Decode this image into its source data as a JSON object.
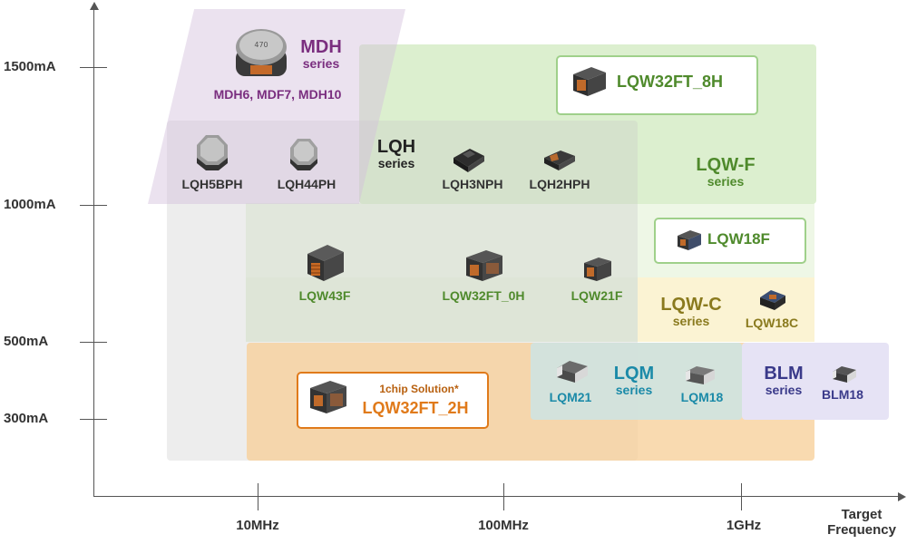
{
  "axes": {
    "y_ticks": [
      "1500mA",
      "1000mA",
      "500mA",
      "300mA"
    ],
    "x_ticks": [
      "10MHz",
      "100MHz",
      "1GHz"
    ],
    "x_title_line1": "Target",
    "x_title_line2": "Frequency"
  },
  "colors": {
    "mdh": "#7a2e7f",
    "lqh": "#222222",
    "lqwf": "#4f8a2c",
    "lqwc": "#8a7a1e",
    "lqm": "#1b8aa8",
    "blm": "#3a3a8a",
    "lqw32ft_2h": "#e07a1a"
  },
  "series": {
    "mdh": {
      "name": "MDH",
      "sub": "series",
      "parts": "MDH6, MDF7, MDH10"
    },
    "lqh": {
      "name": "LQH",
      "sub": "series"
    },
    "lqwf": {
      "name": "LQW-F",
      "sub": "series"
    },
    "lqwc": {
      "name": "LQW-C",
      "sub": "series"
    },
    "lqm": {
      "name": "LQM",
      "sub": "series"
    },
    "blm": {
      "name": "BLM",
      "sub": "series"
    }
  },
  "parts": {
    "lqh5bph": "LQH5BPH",
    "lqh44ph": "LQH44PH",
    "lqh3nph": "LQH3NPH",
    "lqh2hph": "LQH2HPH",
    "lqw32ft_8h": "LQW32FT_8H",
    "lqw18f": "LQW18F",
    "lqw43f": "LQW43F",
    "lqw32ft_0h": "LQW32FT_0H",
    "lqw21f": "LQW21F",
    "lqw18c": "LQW18C",
    "lqm21": "LQM21",
    "lqm18": "LQM18",
    "blm18": "BLM18",
    "lqw32ft_2h": "LQW32FT_2H",
    "chip_solution": "1chip Solution*"
  }
}
